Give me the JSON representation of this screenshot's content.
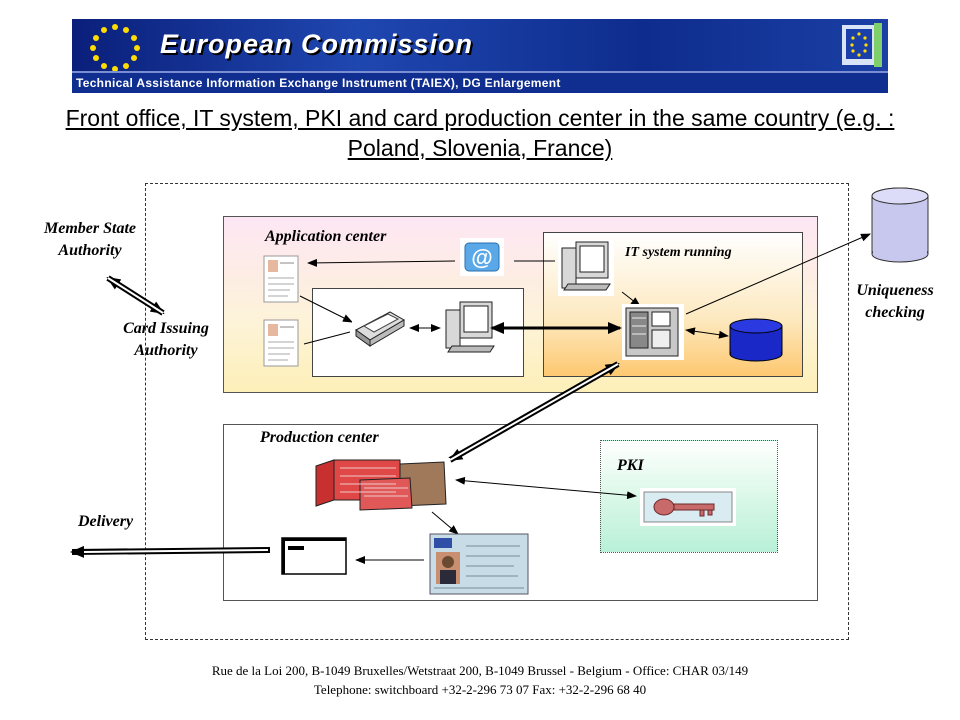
{
  "banner": {
    "title": "European Commission",
    "subtitle": "Technical Assistance Information Exchange Instrument (TAIEX), DG Enlargement"
  },
  "page_title": "Front office, IT system, PKI and card production center in the same country (e.g. : Poland, Slovenia, France)",
  "labels": {
    "member_state_authority": "Member State Authority",
    "card_issuing_authority": "Card Issuing Authority",
    "application_center": "Application center",
    "it_system_running": "IT system running",
    "uniqueness_checking": "Uniqueness checking",
    "production_center": "Production center",
    "pki": "PKI",
    "delivery": "Delivery"
  },
  "footer": {
    "line1": "Rue de la Loi 200, B-1049 Bruxelles/Wetstraat 200, B-1049 Brussel - Belgium - Office: CHAR 03/149",
    "line2": "Telephone: switchboard +32-2-296 73 07 Fax: +32-2-296 68 40"
  },
  "icons": [
    "eu-flag-icon",
    "email-at-icon",
    "document-icon",
    "scanner-icon",
    "computer-icon",
    "server-icon",
    "database-icon",
    "card-stack-icon",
    "key-icon",
    "id-card-icon",
    "envelope-icon"
  ]
}
